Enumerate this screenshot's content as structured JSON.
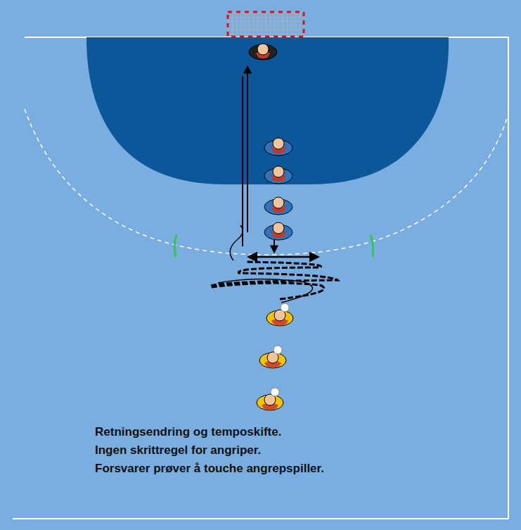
{
  "diagram": {
    "labels": [
      "Retningsendring og temposkifte.",
      "Ingen skrittregel for angriper.",
      "Forsvarer prøver å touche angrepspiller."
    ]
  }
}
